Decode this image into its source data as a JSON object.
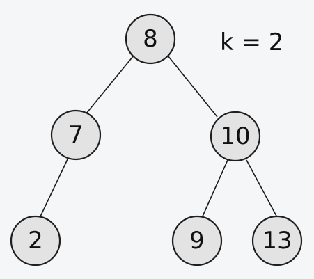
{
  "annotation": "k = 2",
  "tree": {
    "nodes": [
      {
        "id": "n8",
        "label": "8"
      },
      {
        "id": "n7",
        "label": "7"
      },
      {
        "id": "n10",
        "label": "10"
      },
      {
        "id": "n2",
        "label": "2"
      },
      {
        "id": "n9",
        "label": "9"
      },
      {
        "id": "n13",
        "label": "13"
      }
    ],
    "edges": [
      {
        "from": "n8",
        "to": "n7"
      },
      {
        "from": "n8",
        "to": "n10"
      },
      {
        "from": "n7",
        "to": "n2"
      },
      {
        "from": "n10",
        "to": "n9"
      },
      {
        "from": "n10",
        "to": "n13"
      }
    ]
  }
}
